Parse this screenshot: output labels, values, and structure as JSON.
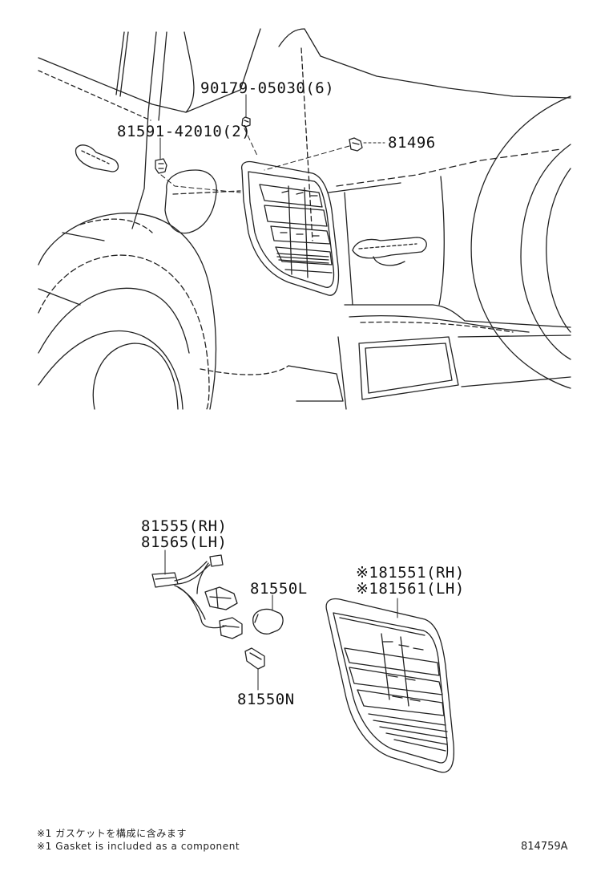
{
  "parts": {
    "bolt": "90179-05030(6)",
    "clip": "81591-42010(2)",
    "retainer": "81496",
    "socket_rh": "81555(RH)",
    "socket_lh": "81565(LH)",
    "bulb_l": "81550L",
    "bulb_n": "81550N",
    "lens_rh": "※181551(RH)",
    "lens_lh": "※181561(LH)"
  },
  "notes": {
    "ja": "※1 ガスケットを構成に含みます",
    "en": "※1 Gasket is included as a component"
  },
  "illustration_id": "814759A"
}
